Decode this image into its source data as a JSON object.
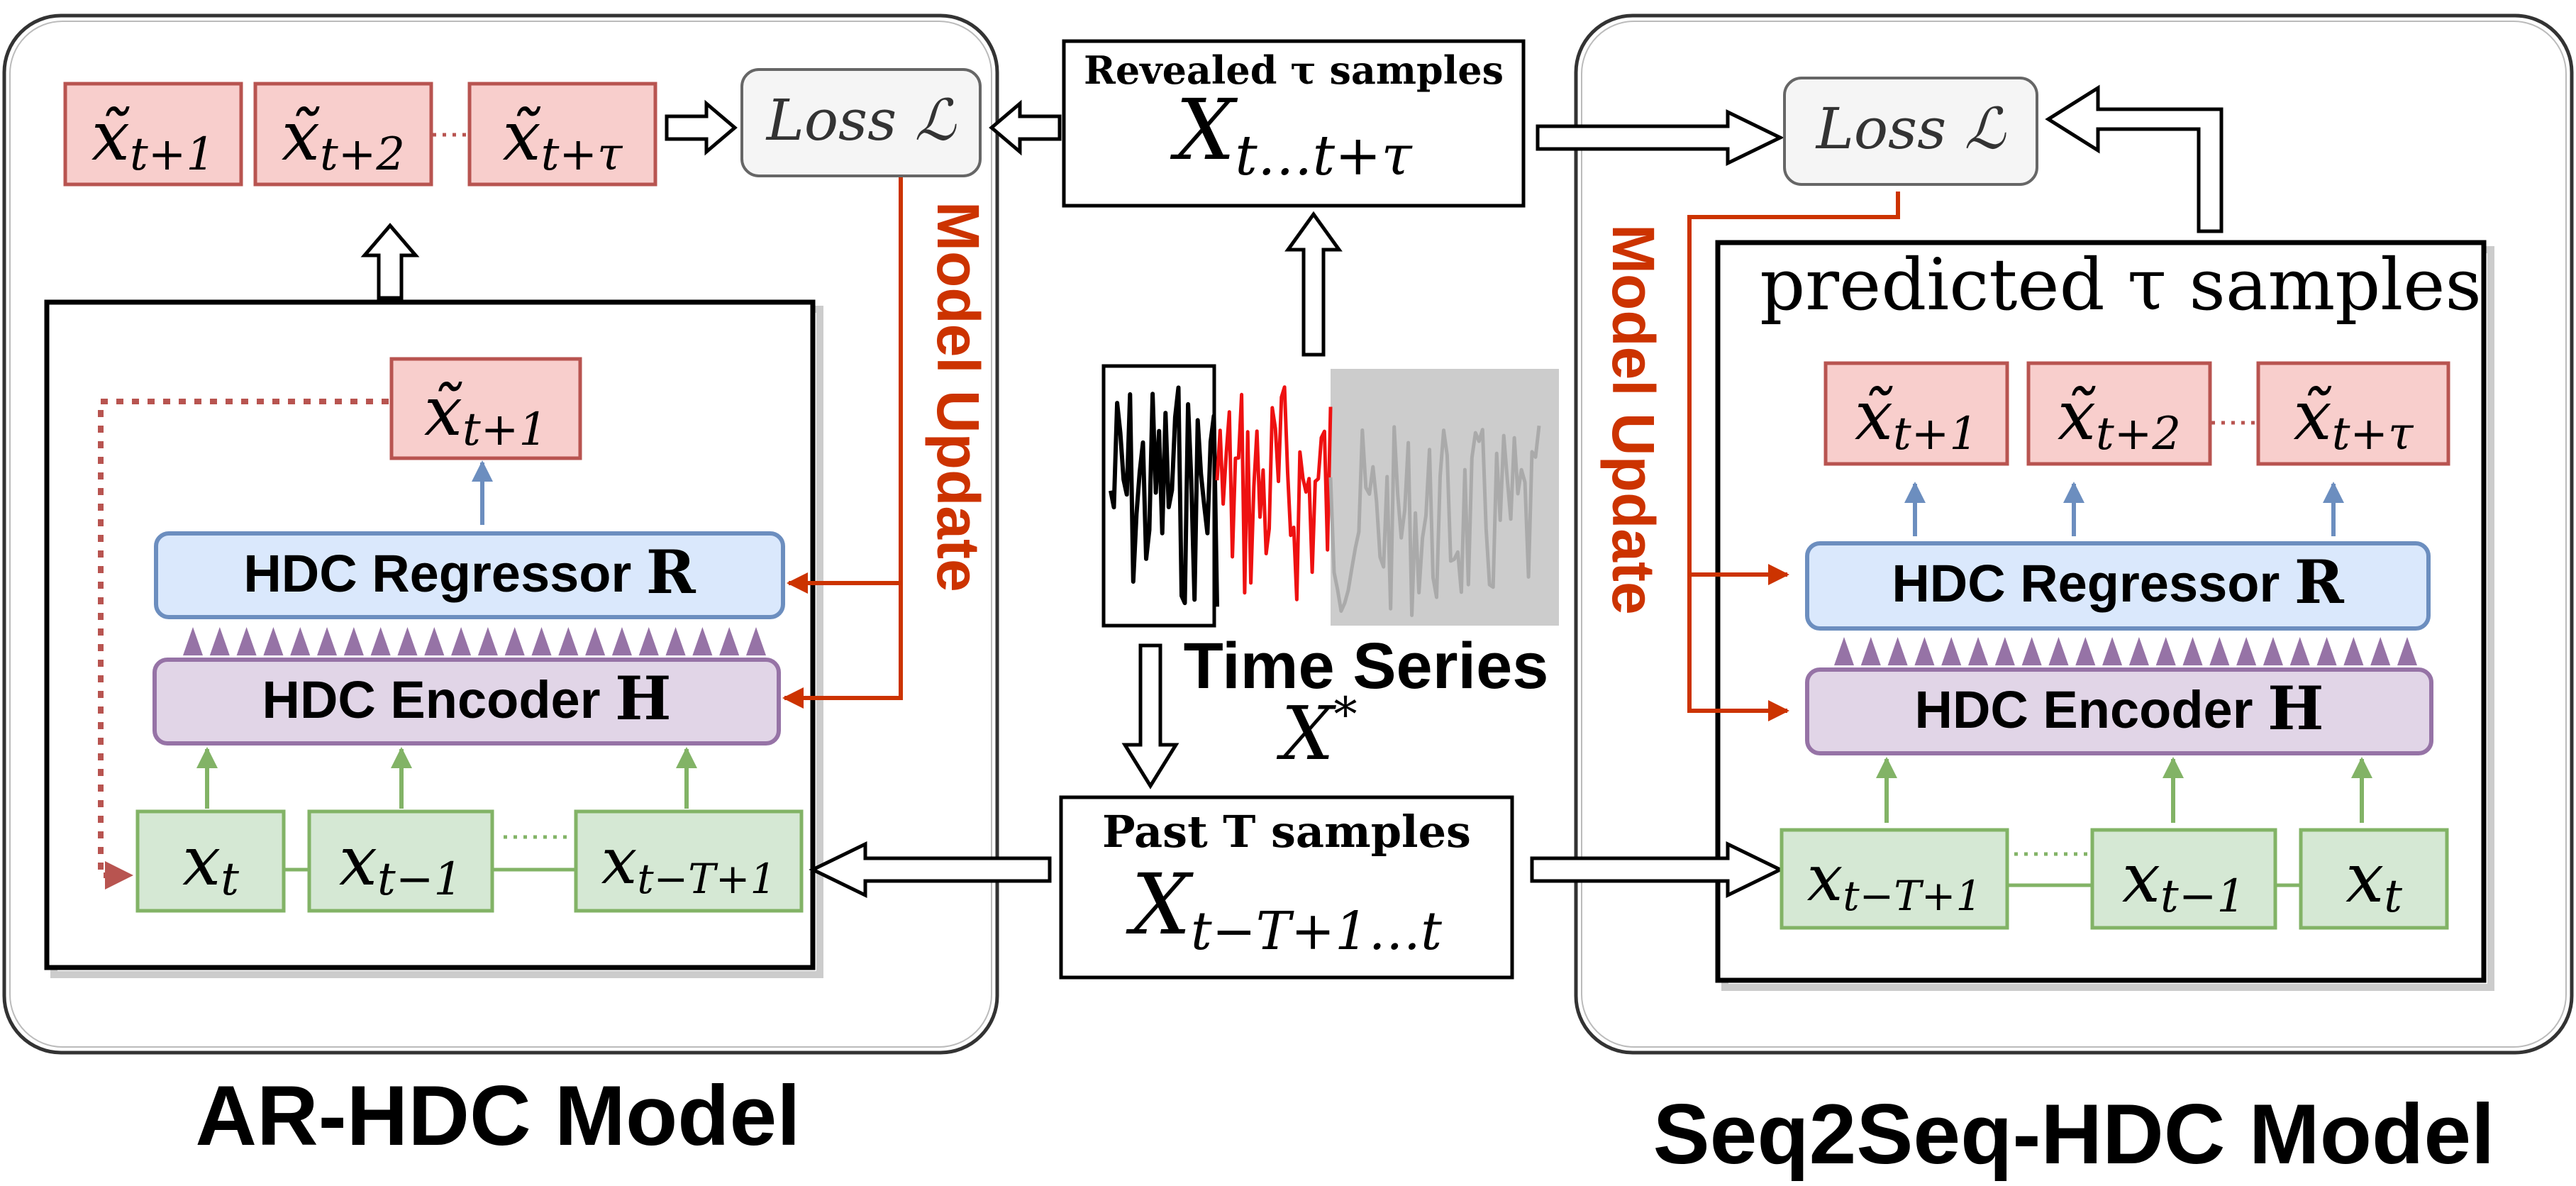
{
  "ar_panel": {
    "title": "AR-HDC Model",
    "outputs": [
      {
        "sym": "x̃",
        "sub": "t+1"
      },
      {
        "sym": "x̃",
        "sub": "t+2"
      },
      {
        "sym": "x̃",
        "sub": "t+τ"
      }
    ],
    "loss": {
      "text": "Loss",
      "symbol": "ℒ"
    },
    "feedback_output": {
      "sym": "x̃",
      "sub": "t+1"
    },
    "regressor": {
      "text": "HDC Regressor",
      "symbol": "R"
    },
    "encoder": {
      "text": "HDC Encoder",
      "symbol": "H"
    },
    "inputs": [
      {
        "sym": "x",
        "sub": "t"
      },
      {
        "sym": "x",
        "sub": "t−1"
      },
      {
        "sym": "x",
        "sub": "t−T+1"
      }
    ],
    "model_update": "Model Update"
  },
  "center": {
    "revealed": {
      "label": "Revealed τ samples",
      "sym": "X",
      "sub": "t…t+τ"
    },
    "series": {
      "label": "Time Series",
      "sym": "X",
      "sup": "*"
    },
    "past": {
      "label": "Past T samples",
      "sym": "X",
      "sub": "t−T+1…t"
    }
  },
  "seq_panel": {
    "title": "Seq2Seq-HDC Model",
    "loss": {
      "text": "Loss",
      "symbol": "ℒ"
    },
    "predicted_label": "predicted τ samples",
    "outputs": [
      {
        "sym": "x̃",
        "sub": "t+1"
      },
      {
        "sym": "x̃",
        "sub": "t+2"
      },
      {
        "sym": "x̃",
        "sub": "t+τ"
      }
    ],
    "regressor": {
      "text": "HDC Regressor",
      "symbol": "R"
    },
    "encoder": {
      "text": "HDC Encoder",
      "symbol": "H"
    },
    "inputs": [
      {
        "sym": "x",
        "sub": "t−T+1"
      },
      {
        "sym": "x",
        "sub": "t−1"
      },
      {
        "sym": "x",
        "sub": "t"
      }
    ],
    "model_update": "Model Update"
  },
  "colors": {
    "red_fill": "#f8cecc",
    "red_stroke": "#b85450",
    "blue_fill": "#dae8fc",
    "blue_stroke": "#6c8ebf",
    "purple_fill": "#e1d5e7",
    "purple_stroke": "#9673a6",
    "green_fill": "#d5e8d4",
    "green_stroke": "#82b366",
    "update": "#cc3300"
  }
}
